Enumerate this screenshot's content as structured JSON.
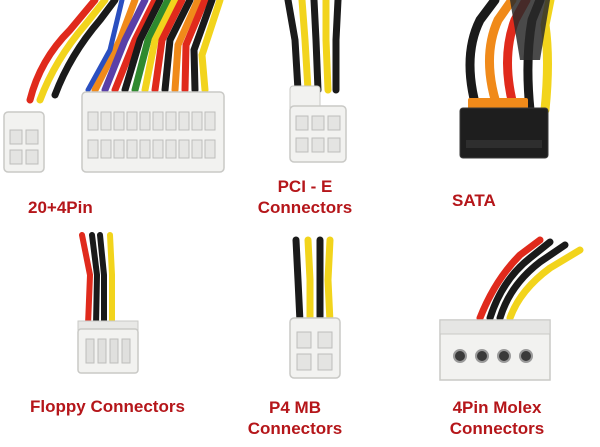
{
  "labels": {
    "atx": "20+4Pin",
    "pcie_line1": "PCI - E",
    "pcie_line2": "Connectors",
    "sata": "SATA",
    "floppy": "Floppy Connectors",
    "p4_line1": "P4 MB",
    "p4_line2": "Connectors",
    "molex_line1": "4Pin Molex",
    "molex_line2": "Connectors"
  },
  "colors": {
    "label_red": "#b5161a",
    "wire_red": "#e02a1c",
    "wire_yellow": "#f2d41c",
    "wire_black": "#1a1a1a",
    "wire_orange": "#f08a1a",
    "wire_green": "#2f8a2f",
    "wire_purple": "#5a3fa8",
    "wire_blue": "#2a4fc0",
    "connector_white": "#f2f2f0",
    "connector_black": "#1e1e1e"
  },
  "icons": [
    "atx-20-plus-4-pin-connector-photo",
    "pcie-connector-photo",
    "sata-power-connector-photo",
    "floppy-connector-photo",
    "p4-mb-connector-photo",
    "molex-4-pin-connector-photo"
  ]
}
